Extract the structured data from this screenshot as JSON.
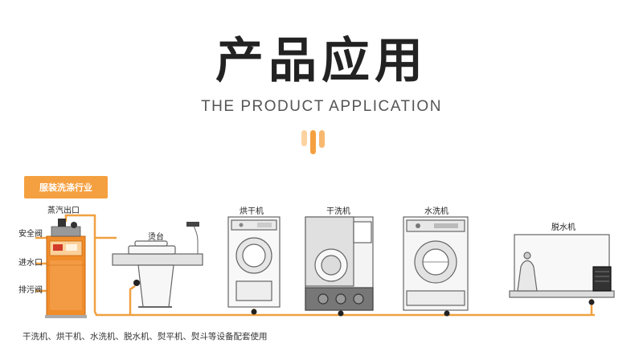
{
  "title": "产品应用",
  "subtitle": "THE PRODUCT APPLICATION",
  "colors": {
    "accent": "#f5a040",
    "pipe": "#f0a040",
    "boiler": "#f08c2a",
    "outline": "#666666"
  },
  "industry_badge": "服装洗涤行业",
  "boiler_labels": {
    "steam_outlet": "蒸汽出口",
    "safety_valve": "安全阀",
    "water_inlet": "进水口",
    "drain_valve": "排污阀"
  },
  "machines": [
    {
      "label": "烫台"
    },
    {
      "label": "烘干机"
    },
    {
      "label": "干洗机"
    },
    {
      "label": "水洗机"
    },
    {
      "label": "脱水机"
    }
  ],
  "caption": "干洗机、烘干机、水洗机、脱水机、熨平机、熨斗等设备配套使用"
}
